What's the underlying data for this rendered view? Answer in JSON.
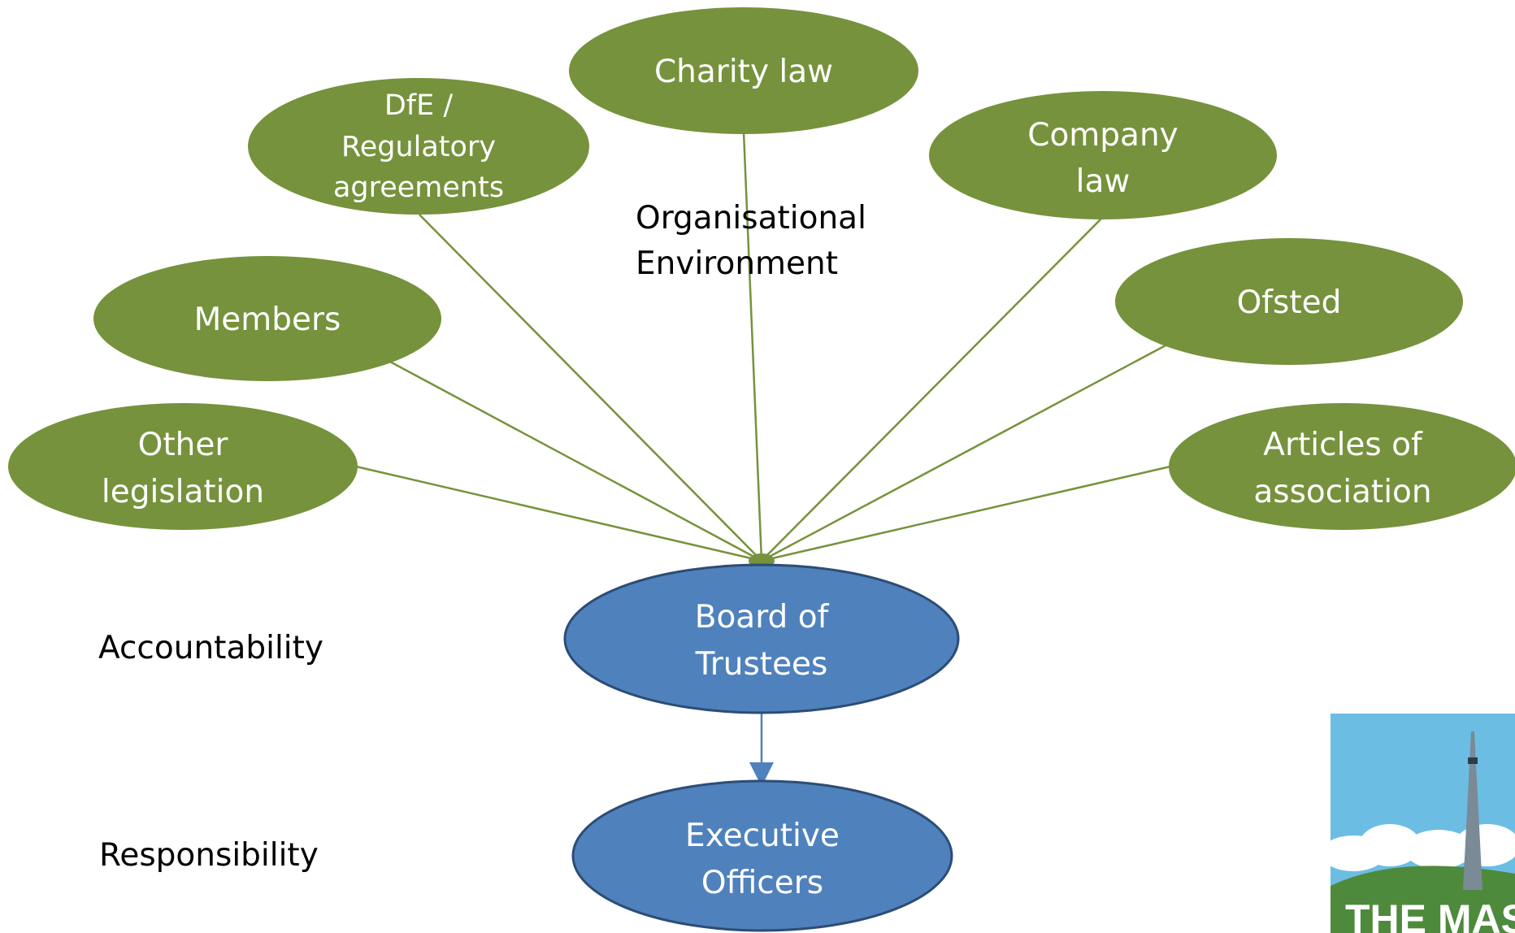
{
  "diagram": {
    "title_fragment": "",
    "center_label": [
      "Organisational",
      "Environment"
    ],
    "side_labels": {
      "accountability": "Accountability",
      "responsibility": "Responsibility"
    },
    "outer_nodes": [
      {
        "id": "charity-law",
        "lines": [
          "Charity law"
        ]
      },
      {
        "id": "dfe",
        "lines": [
          "DfE /",
          "Regulatory",
          "agreements"
        ]
      },
      {
        "id": "company-law",
        "lines": [
          "Company",
          "law"
        ]
      },
      {
        "id": "members",
        "lines": [
          "Members"
        ]
      },
      {
        "id": "ofsted",
        "lines": [
          "Ofsted"
        ]
      },
      {
        "id": "other-legislation",
        "lines": [
          "Other",
          "legislation"
        ]
      },
      {
        "id": "articles",
        "lines": [
          "Articles of",
          "association"
        ]
      }
    ],
    "board": {
      "lines": [
        "Board of",
        "Trustees"
      ]
    },
    "executive": {
      "lines": [
        "Executive",
        "Officers"
      ]
    },
    "logo": {
      "text": "THE MAST"
    },
    "colors": {
      "green": "#76923c",
      "blue": "#4f81bd",
      "blue_border": "#2c4d75",
      "arrow": "#4f81bd",
      "logo_sky": "#6cbde4",
      "logo_grass": "#4e8a3c"
    }
  }
}
